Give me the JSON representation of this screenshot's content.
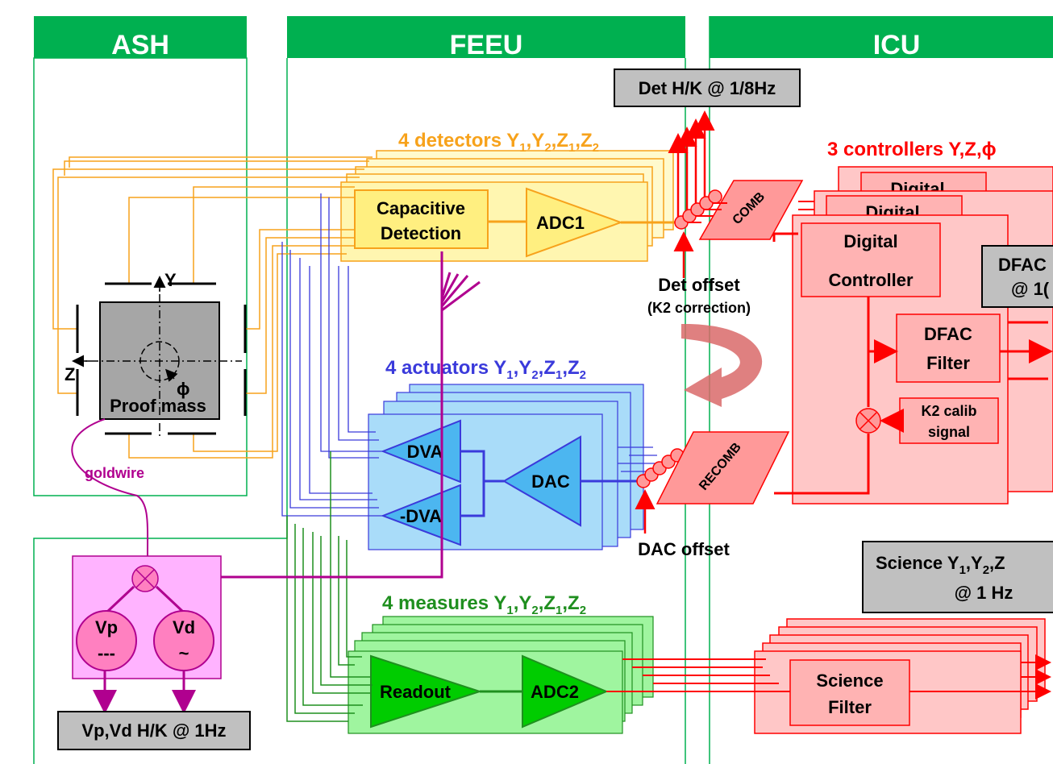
{
  "headers": {
    "ash": "ASH",
    "feeu": "FEEU",
    "icu": "ICU"
  },
  "detectors": {
    "title": "4 detectors Y",
    "subscript_title": [
      "1",
      "2",
      "1",
      "2"
    ],
    "capacitive_line1": "Capacitive",
    "capacitive_line2": "Detection",
    "adc1": "ADC1"
  },
  "actuators": {
    "title": "4 actuators Y",
    "dva": "DVA",
    "neg_dva": "-DVA",
    "dac": "DAC"
  },
  "measures": {
    "title": "4 measures Y",
    "readout": "Readout",
    "adc2": "ADC2"
  },
  "proof_mass": {
    "label": "Proof mass",
    "axis_y": "Y",
    "axis_z": "Z",
    "axis_phi": "ϕ",
    "goldwire": "goldwire"
  },
  "sources": {
    "vp": "Vp",
    "vp_sym": "---",
    "vd": "Vd",
    "vd_sym": "~"
  },
  "boxes": {
    "vpvd_hk": "Vp,Vd H/K @ 1Hz",
    "det_hk": "Det H/K @ 1/8Hz",
    "science_line1": "Science Y",
    "science_line2": "@ 1 Hz",
    "dfac_line1": "DFAC",
    "dfac_line2": "@ 1("
  },
  "offsets": {
    "det_offset": "Det offset",
    "k2_correction": "(K2 correction)",
    "dac_offset": "DAC offset"
  },
  "icu": {
    "controllers_title": "3 controllers Y,Z,",
    "controllers_phi": "ϕ",
    "digital_top1": "Digital",
    "digital_top2": "Digital",
    "digital_controller_line1": "Digital",
    "digital_controller_line2": "Controller",
    "dfac_filter_line1": "DFAC",
    "dfac_filter_line2": "Filter",
    "k2_calib_line1": "K2 calib",
    "k2_calib_line2": "signal",
    "science_filter_line1": "Science",
    "science_filter_line2": "Filter",
    "comb": "COMB",
    "recomb": "RECOMB"
  },
  "colors": {
    "header_green": "#00b050",
    "detector_yellow": "#fffacd",
    "detector_title": "#f7a21b",
    "actuator_blue": "#a9dcf9",
    "actuator_title": "#3a3adb",
    "measure_green": "#9ff59f",
    "measure_title": "#1f8f1f",
    "icu_red": "#ff0000",
    "icu_pink": "#ffc7c7",
    "source_magenta": "#c000a0"
  }
}
